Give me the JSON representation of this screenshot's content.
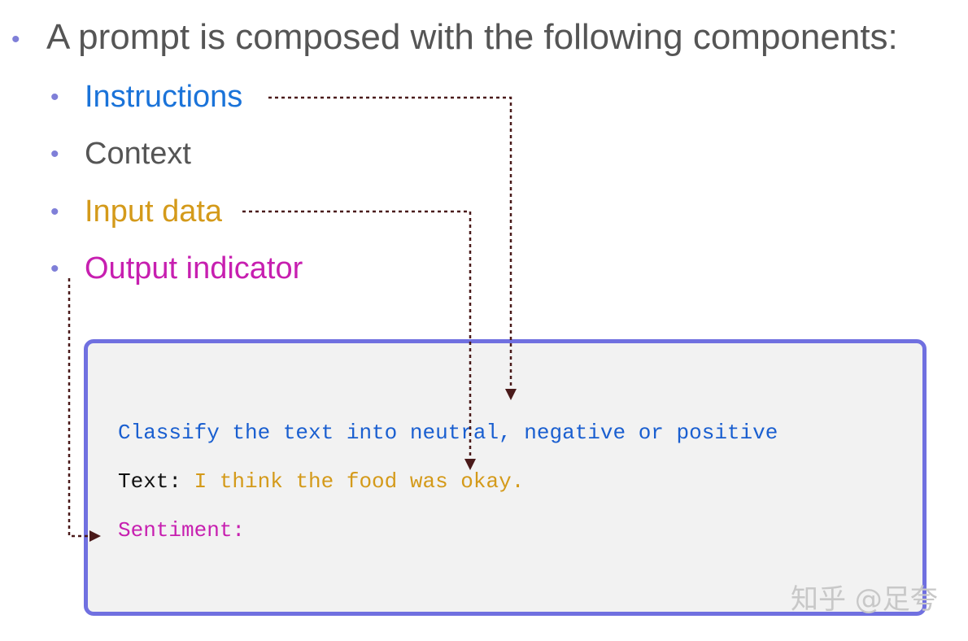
{
  "heading": "A prompt is composed with the following components:",
  "components": [
    {
      "label": "Instructions",
      "color": "#1a73d9"
    },
    {
      "label": "Context",
      "color": "#555555"
    },
    {
      "label": "Input data",
      "color": "#d49a1a"
    },
    {
      "label": "Output indicator",
      "color": "#c71fb0"
    }
  ],
  "prompt": {
    "instruction": "Classify the text into neutral, negative or positive",
    "text_label": "Text:",
    "text_value": "I think the food was okay.",
    "output_label": "Sentiment:"
  },
  "colors": {
    "bullet": "#7f7fd8",
    "box_border": "#7070e0",
    "box_fill": "#f2f2f2",
    "arrow": "#4a1a1a",
    "text_label": "#111111"
  },
  "watermark": "知乎 @足夸"
}
